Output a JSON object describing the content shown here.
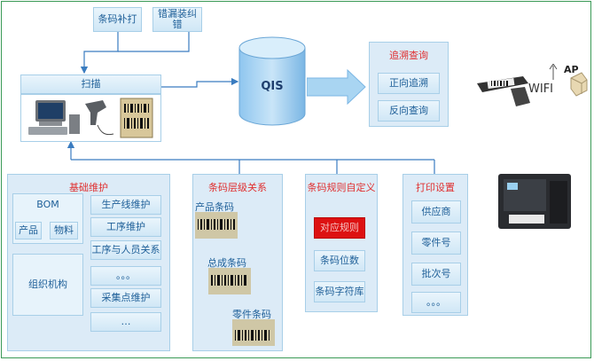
{
  "top_boxes": {
    "barcode_fill": "条码补打",
    "error_correct": "错漏装纠错"
  },
  "scan": {
    "title": "扫描"
  },
  "qis": {
    "label": "QIS"
  },
  "trace": {
    "title": "追溯查询",
    "forward": "正向追溯",
    "reverse": "反向查询"
  },
  "wifi": {
    "label": "WIFI",
    "ap": "AP"
  },
  "basic": {
    "title": "基础维护",
    "bom": "BOM",
    "product": "产品",
    "material": "物料",
    "org": "组织机构",
    "items": [
      "生产线维护",
      "工序维护",
      "工序与人员关系",
      "。。。",
      "采集点维护",
      "…"
    ]
  },
  "hierarchy": {
    "title": "条码层级关系",
    "product": "产品条码",
    "assembly": "总成条码",
    "part": "零件条码"
  },
  "rules": {
    "title": "条码规则自定义",
    "items": [
      "对应规则",
      "条码位数",
      "条码字符库"
    ]
  },
  "print": {
    "title": "打印设置",
    "items": [
      "供应商",
      "零件号",
      "批次号",
      "。。。"
    ]
  },
  "colors": {
    "border": "#3a9a56",
    "panel": "#dcebf7",
    "accent_red": "#e03030",
    "text_blue": "#1e5f98",
    "rule_box": "#dd1111",
    "arrow": "#3a7cc0"
  }
}
